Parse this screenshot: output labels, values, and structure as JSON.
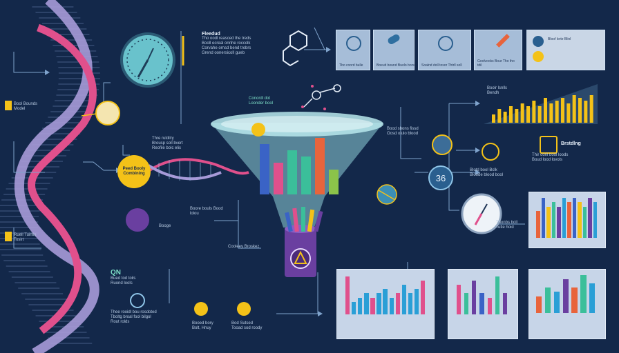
{
  "colors": {
    "background": "#13284a",
    "accent_yellow": "#f4c218",
    "dna_pink": "#e0508c",
    "dna_lilac": "#a79ad8",
    "funnel": "#9ad6dc",
    "purple": "#6a3fa0"
  },
  "left_labels": {
    "top": "Bool Bounds Model",
    "bottom": "Ruell Tuirllis Tosirt",
    "circle": "Peed Booly Combining"
  },
  "top_note": {
    "title": "Fleedud",
    "lines": [
      "Tho oodl reasced the treds",
      "Booll ecreal onnhe roccolk",
      "Corvahe ornsd bend trobrs",
      "Grend oonersicoll gueb"
    ]
  },
  "small_notes": {
    "near_hex": "Boore bouls Bood lolou",
    "mid_left": [
      "Thre ruldilry",
      "Brousp soll bvert",
      "Reofile bolc elis"
    ],
    "purple_label": "Booge",
    "qn_label": "QN",
    "qn_lines": [
      "Bued tod toils",
      "Ruond lools"
    ],
    "bottom_left": [
      "Thee rooidl bou rosdoted",
      "Tboltg broal fool bilgol",
      "Rout rolds"
    ],
    "coding_label": "Cooleey Broskez",
    "funnel_title": [
      "Conordl dot",
      "Loonder bool"
    ]
  },
  "icon_cards": [
    {
      "caption": "Tbo coord bulle"
    },
    {
      "caption": "Boeuit bound Buolo bors"
    },
    {
      "caption": "Soalnd doll tosor Thtrll soll"
    },
    {
      "caption": "Goolvooks Bour Tho tho tdil"
    },
    {
      "caption": "Bloof lorte Blinl"
    }
  ],
  "right_notes": {
    "stack_card": [
      "Bood sbons fissd",
      "Oosd olulo blood"
    ],
    "bar_area_title": "Boolr lsnlls Bendh",
    "number_circle": "36",
    "mid_right": [
      "Blotd bool Bclk",
      "Bloode blood bool"
    ],
    "clock_label": [
      "Thonbs boll",
      "Tetle hoid"
    ],
    "reading_title": "Brstdlng",
    "reading_lines": [
      "Thir ooril bool loods",
      "Boud lood lovols"
    ]
  },
  "bottom_captions": {
    "first_pair": [
      "Booed bory",
      "Bolt, Hnuy"
    ],
    "second_pair": [
      "Bod Sutsed",
      "Tooad sod roody"
    ]
  },
  "charts": {
    "top_right_bars": [
      3,
      5,
      4,
      6,
      5,
      7,
      6,
      8,
      6,
      9,
      7,
      8,
      9,
      7,
      10,
      9,
      8,
      10
    ],
    "funnel_bars": [
      8,
      5,
      7,
      6,
      9,
      4
    ],
    "right_panel_bars": [
      6,
      9,
      7,
      8,
      7,
      9,
      8,
      9,
      8,
      7,
      9,
      8
    ],
    "bottom_panel_1": [
      9,
      3,
      4,
      5,
      4,
      5,
      6,
      4,
      5,
      7,
      5,
      6,
      8
    ],
    "bottom_panel_2": [
      7,
      5,
      8,
      5,
      4,
      9,
      5
    ],
    "bottom_panel_3": [
      4,
      6,
      5,
      8,
      6,
      9,
      7
    ]
  }
}
